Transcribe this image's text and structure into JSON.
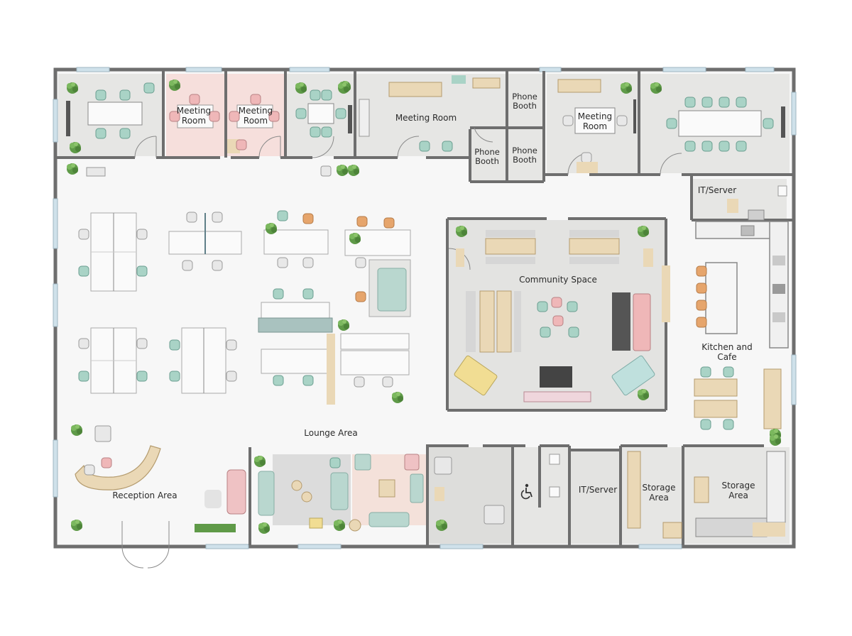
{
  "rooms": {
    "meeting_room_small_1": [
      "Meeting",
      "Room"
    ],
    "meeting_room_small_2": [
      "Meeting",
      "Room"
    ],
    "meeting_room_large": "Meeting Room",
    "phone_booth_top": [
      "Phone",
      "Booth"
    ],
    "phone_booth_left": [
      "Phone",
      "Booth"
    ],
    "phone_booth_right": [
      "Phone",
      "Booth"
    ],
    "meeting_room_right": [
      "Meeting",
      "Room"
    ],
    "it_server_top": "IT/Server",
    "community_space": "Community Space",
    "kitchen_cafe": [
      "Kitchen and",
      "Cafe"
    ],
    "lounge_area": "Lounge Area",
    "reception_area": "Reception Area",
    "it_server_bottom": "IT/Server",
    "storage_area_1": [
      "Storage",
      "Area"
    ],
    "storage_area_2": [
      "Storage",
      "Area"
    ]
  },
  "icons": {
    "accessible": "wheelchair-icon"
  },
  "colors": {
    "wall": "#6e6e6e",
    "floor_open": "#f7f7f7",
    "floor_room": "#e6e6e4",
    "floor_pink_room": "#f6dfdc",
    "chair_teal": "#a9d3c6",
    "chair_pink": "#efb7b8",
    "chair_orange": "#e6a56c",
    "wood": "#ead8b6",
    "plant": "#5f9a48",
    "window": "#cfe1ea"
  }
}
